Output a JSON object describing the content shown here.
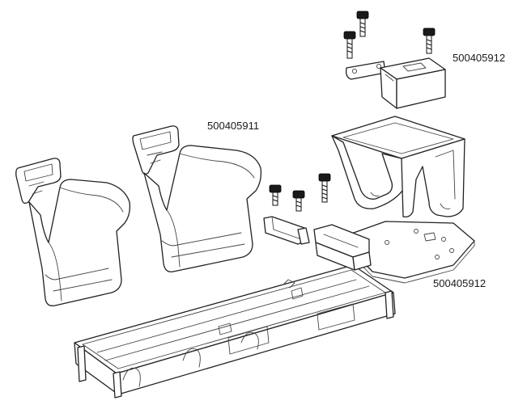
{
  "labels": {
    "top_right": "500405912",
    "middle": "500405911",
    "bottom_right": "500405912"
  },
  "colors": {
    "line": "#222222",
    "fill": "#ffffff",
    "screw": "#1a1a1a"
  }
}
